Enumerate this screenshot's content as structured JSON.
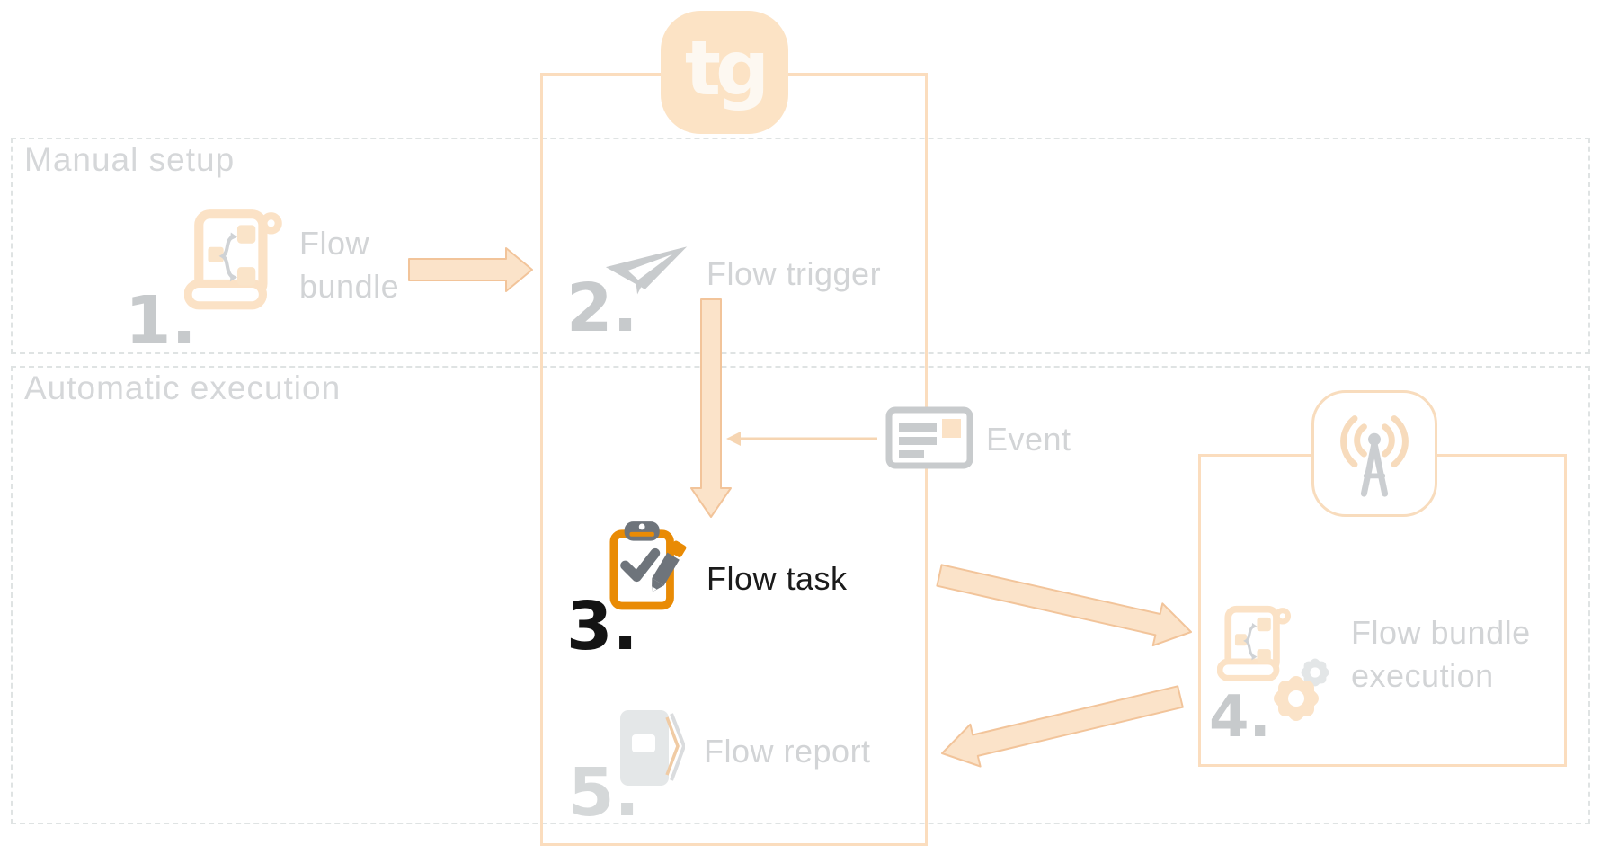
{
  "sections": {
    "manual": {
      "label": "Manual setup"
    },
    "automatic": {
      "label": "Automatic execution"
    }
  },
  "logo": {
    "text": "tg"
  },
  "steps": [
    {
      "number": "1.",
      "label": "Flow bundle"
    },
    {
      "number": "2.",
      "label": "Flow trigger"
    },
    {
      "number": "3.",
      "label": "Flow task"
    },
    {
      "number": "4.",
      "label": "Flow bundle execution"
    },
    {
      "number": "5.",
      "label": "Flow report"
    }
  ],
  "event": {
    "label": "Event"
  },
  "highlighted_step": "3.",
  "colors": {
    "peach_fill": "#fbe2c6",
    "peach_border": "#fbddbe",
    "arrow_fill": "#fbe3c9",
    "arrow_stroke": "#f2c49a",
    "orange_accent": "#e98b05",
    "icon_gray": "#c8cbcd",
    "label_gray": "#d2d4d6",
    "number_gray": "#c7cacc",
    "text_dark": "#1b1b1b",
    "dashed_border": "#dfe3e3",
    "logo_fill": "#fce3c5"
  }
}
